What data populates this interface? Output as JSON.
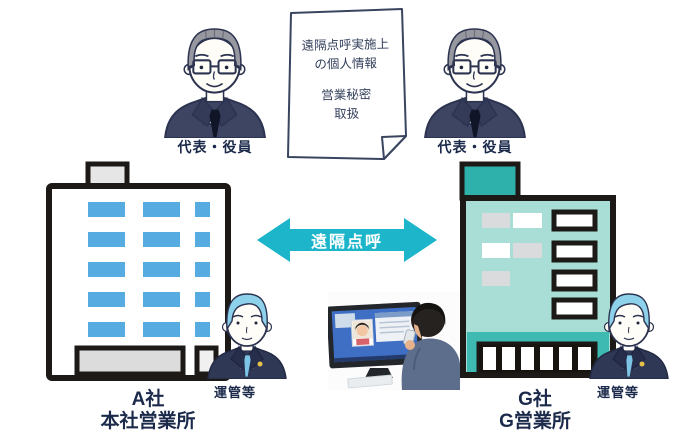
{
  "note": {
    "lines": [
      "遠隔点呼実施上",
      "の個人情報",
      "営業秘密",
      "取扱"
    ]
  },
  "left_executive": {
    "label": "代表・役員"
  },
  "right_executive": {
    "label": "代表・役員"
  },
  "arrow": {
    "label": "遠隔点呼"
  },
  "left_site": {
    "company": "A社",
    "office": "本社営業所",
    "staff": "運管等"
  },
  "right_site": {
    "company": "G社",
    "office": "G営業所",
    "staff": "運管等"
  },
  "colors": {
    "accent_teal": "#1db5c9",
    "building_window_blue": "#56ace0",
    "building_mint": "#a9ded7",
    "building_teal_dark": "#2eb0ab",
    "building_teal_base": "#3fbab2",
    "text_navy": "#1b2a4a",
    "suit_navy": "#3e4562",
    "hair_gray": "#97979f",
    "hair_blue": "#8ed1ea",
    "outline_black": "#1c1916"
  }
}
